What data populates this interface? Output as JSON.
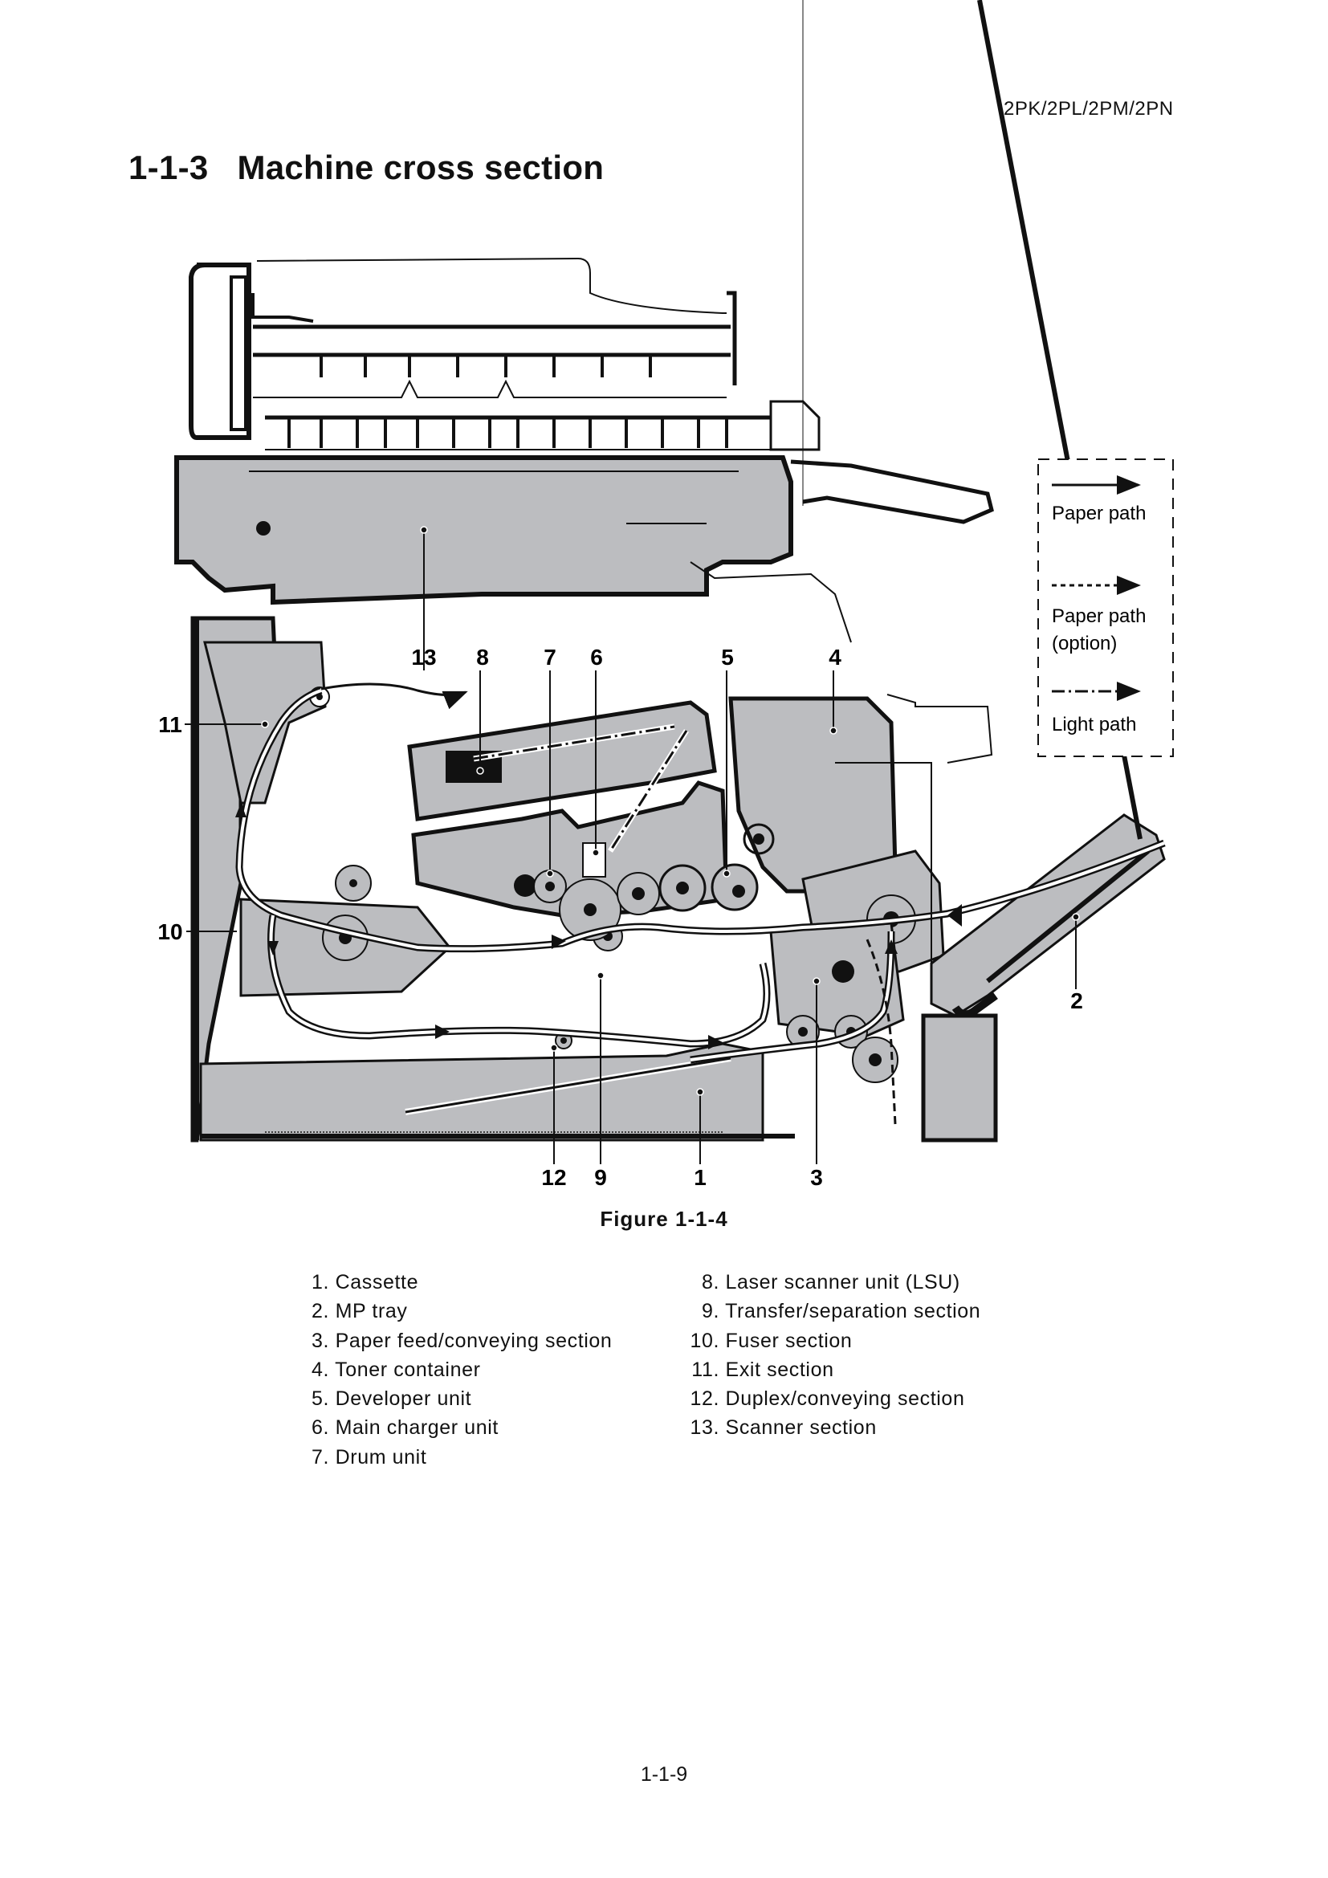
{
  "header": {
    "model_code": "2PK/2PL/2PM/2PN",
    "section_title": "1-1-3   Machine cross section"
  },
  "figure": {
    "caption": "Figure 1-1-4",
    "callouts": [
      "13",
      "8",
      "7",
      "6",
      "5",
      "4",
      "11",
      "10",
      "2",
      "12",
      "9",
      "1",
      "3"
    ],
    "legend": {
      "items": [
        {
          "label": "Paper path",
          "line_style": "solid",
          "icon": "arrow-right-icon"
        },
        {
          "label_line1": "Paper path",
          "label_line2": "(option)",
          "line_style": "dashed",
          "icon": "arrow-right-icon"
        },
        {
          "label": "Light path",
          "line_style": "dash-dot",
          "icon": "arrow-right-icon"
        }
      ]
    },
    "colors": {
      "fill_gray": "#bcbdc0",
      "ink": "#111111",
      "paper": "#ffffff"
    }
  },
  "parts_list": {
    "left": [
      {
        "num": "1.",
        "label": "Cassette"
      },
      {
        "num": "2.",
        "label": "MP tray"
      },
      {
        "num": "3.",
        "label": "Paper feed/conveying section"
      },
      {
        "num": "4.",
        "label": "Toner container"
      },
      {
        "num": "5.",
        "label": "Developer unit"
      },
      {
        "num": "6.",
        "label": "Main charger unit"
      },
      {
        "num": "7.",
        "label": "Drum unit"
      }
    ],
    "right": [
      {
        "num": "8.",
        "label": "Laser scanner unit (LSU)"
      },
      {
        "num": "9.",
        "label": "Transfer/separation section"
      },
      {
        "num": "10.",
        "label": "Fuser section"
      },
      {
        "num": "11.",
        "label": "Exit section"
      },
      {
        "num": "12.",
        "label": "Duplex/conveying section"
      },
      {
        "num": "13.",
        "label": "Scanner section"
      }
    ]
  },
  "footer": {
    "page_number": "1-1-9"
  }
}
